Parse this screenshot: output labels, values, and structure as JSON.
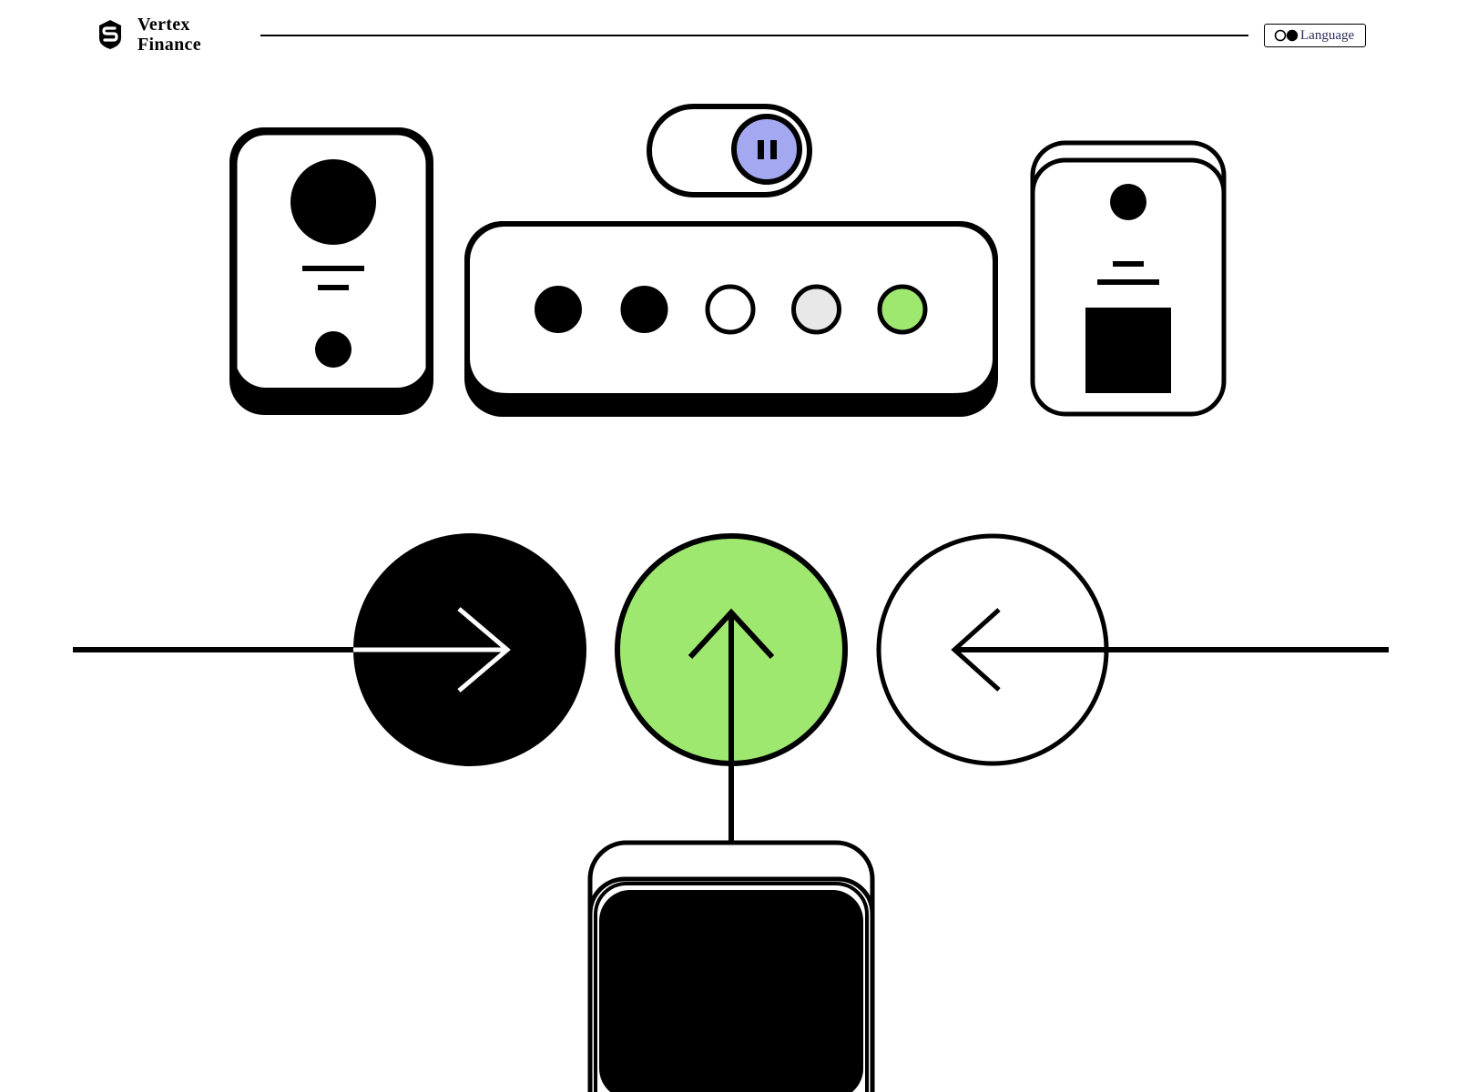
{
  "header": {
    "brand_line1": "Vertex",
    "brand_line2": "Finance",
    "language_label": "Language",
    "logo_icon": "shield-s-logo-icon",
    "language_icon": "circle-toggle-icon"
  },
  "toggle": {
    "state": "on",
    "knob_icon": "pause-icon",
    "knob_color": "#a3a8f0"
  },
  "indicator_panel": {
    "dots": [
      {
        "state": "filled",
        "color": "#000000"
      },
      {
        "state": "filled",
        "color": "#000000"
      },
      {
        "state": "empty",
        "color": "#ffffff"
      },
      {
        "state": "muted",
        "color": "#e8e8e8"
      },
      {
        "state": "active",
        "color": "#9fe870"
      }
    ]
  },
  "arrow_buttons": [
    {
      "name": "arrow-right",
      "fill": "#000000",
      "icon": "arrow-right-icon"
    },
    {
      "name": "arrow-up",
      "fill": "#9fe870",
      "icon": "arrow-up-icon"
    },
    {
      "name": "arrow-left",
      "fill": "#ffffff",
      "icon": "arrow-left-icon"
    }
  ],
  "colors": {
    "accent_green": "#9fe870",
    "accent_lavender": "#a3a8f0",
    "stroke": "#000000",
    "background": "#ffffff"
  }
}
